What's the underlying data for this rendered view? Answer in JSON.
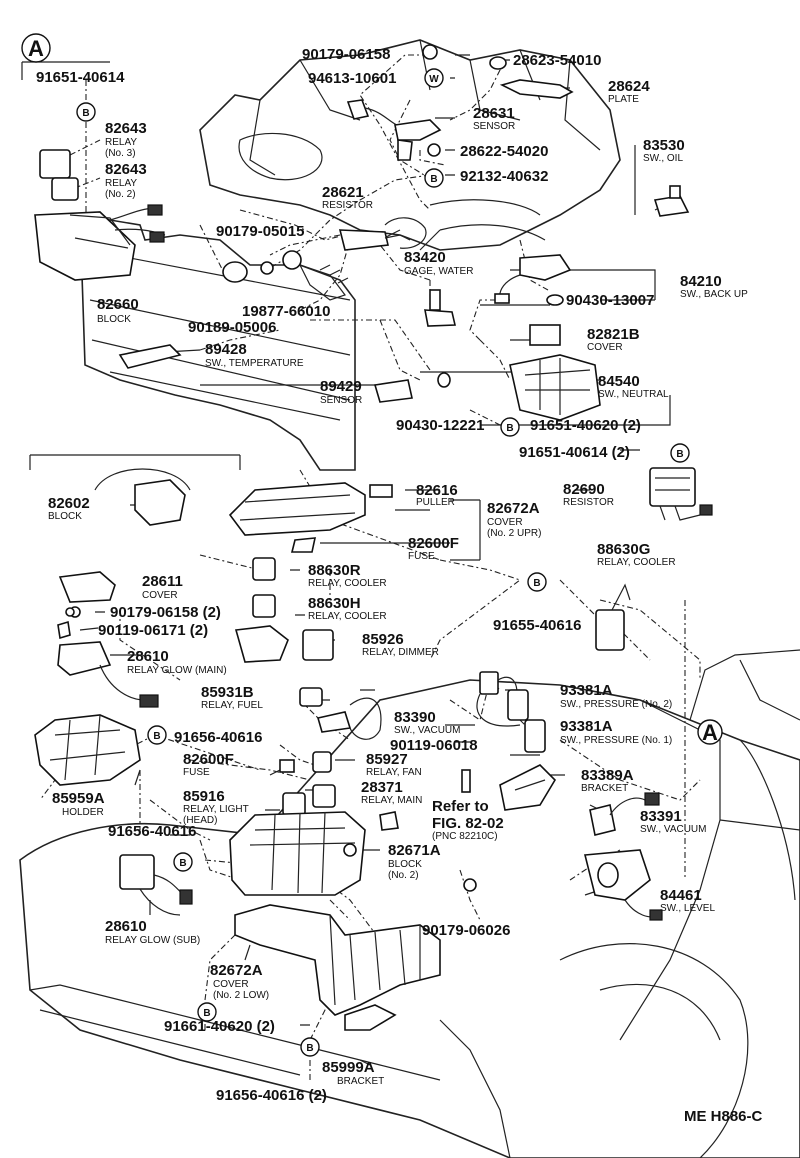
{
  "view_marker": "A",
  "view_marker_ref": "A",
  "circle_b": "B",
  "circle_w": "W",
  "figure_code": "ME H886-C",
  "refer_to": {
    "line1": "Refer to",
    "line2": "FIG. 82-02",
    "line3": "(PNC 82210C)"
  },
  "callouts": [
    {
      "id": "c1",
      "num": "91651-40614",
      "sub": []
    },
    {
      "id": "c2",
      "num": "82643",
      "sub": [
        "RELAY",
        "(No. 3)"
      ]
    },
    {
      "id": "c3",
      "num": "82643",
      "sub": [
        "RELAY",
        "(No. 2)"
      ]
    },
    {
      "id": "c4",
      "num": "82660",
      "sub": [
        "BLOCK"
      ]
    },
    {
      "id": "c5",
      "num": "90179-06158",
      "sub": []
    },
    {
      "id": "c6",
      "num": "94613-10601",
      "sub": []
    },
    {
      "id": "c7",
      "num": "28623-54010",
      "sub": []
    },
    {
      "id": "c8",
      "num": "28624",
      "sub": [
        "PLATE"
      ]
    },
    {
      "id": "c9",
      "num": "28631",
      "sub": [
        "SENSOR"
      ]
    },
    {
      "id": "c10",
      "num": "28622-54020",
      "sub": []
    },
    {
      "id": "c11",
      "num": "92132-40632",
      "sub": []
    },
    {
      "id": "c12",
      "num": "83530",
      "sub": [
        "SW., OIL"
      ]
    },
    {
      "id": "c13",
      "num": "28621",
      "sub": [
        "RESISTOR"
      ]
    },
    {
      "id": "c14",
      "num": "90179-05015",
      "sub": []
    },
    {
      "id": "c15",
      "num": "83420",
      "sub": [
        "GAGE, WATER"
      ]
    },
    {
      "id": "c16",
      "num": "84210",
      "sub": [
        "SW., BACK UP"
      ]
    },
    {
      "id": "c17",
      "num": "90430-13007",
      "sub": []
    },
    {
      "id": "c18",
      "num": "19877-66010",
      "sub": []
    },
    {
      "id": "c19",
      "num": "90189-05006",
      "sub": []
    },
    {
      "id": "c20",
      "num": "82821B",
      "sub": [
        "COVER"
      ]
    },
    {
      "id": "c21",
      "num": "89428",
      "sub": [
        "SW., TEMPERATURE"
      ]
    },
    {
      "id": "c22",
      "num": "89429",
      "sub": [
        "SENSOR"
      ]
    },
    {
      "id": "c23",
      "num": "84540",
      "sub": [
        "SW., NEUTRAL"
      ]
    },
    {
      "id": "c24",
      "num": "90430-12221",
      "sub": []
    },
    {
      "id": "c25",
      "num": "91651-40620 (2)",
      "sub": []
    },
    {
      "id": "c26",
      "num": "91651-40614 (2)",
      "sub": []
    },
    {
      "id": "c27",
      "num": "82602",
      "sub": [
        "BLOCK"
      ]
    },
    {
      "id": "c28",
      "num": "82616",
      "sub": [
        "PULLER"
      ]
    },
    {
      "id": "c29",
      "num": "82672A",
      "sub": [
        "COVER",
        "(No. 2 UPR)"
      ]
    },
    {
      "id": "c30",
      "num": "82690",
      "sub": [
        "RESISTOR"
      ]
    },
    {
      "id": "c31",
      "num": "82600F",
      "sub": [
        "FUSE"
      ]
    },
    {
      "id": "c32",
      "num": "88630G",
      "sub": [
        "RELAY, COOLER"
      ]
    },
    {
      "id": "c33",
      "num": "28611",
      "sub": [
        "COVER"
      ]
    },
    {
      "id": "c34",
      "num": "88630R",
      "sub": [
        "RELAY, COOLER"
      ]
    },
    {
      "id": "c35",
      "num": "88630H",
      "sub": [
        "RELAY, COOLER"
      ]
    },
    {
      "id": "c36",
      "num": "90179-06158 (2)",
      "sub": []
    },
    {
      "id": "c37",
      "num": "90119-06171 (2)",
      "sub": []
    },
    {
      "id": "c38",
      "num": "91655-40616",
      "sub": []
    },
    {
      "id": "c39",
      "num": "28610",
      "sub": [
        "RELAY GLOW (MAIN)"
      ]
    },
    {
      "id": "c40",
      "num": "85926",
      "sub": [
        "RELAY, DIMMER"
      ]
    },
    {
      "id": "c41",
      "num": "85931B",
      "sub": [
        "RELAY, FUEL"
      ]
    },
    {
      "id": "c42",
      "num": "93381A",
      "sub": [
        "SW., PRESSURE (No. 2)"
      ]
    },
    {
      "id": "c43",
      "num": "83390",
      "sub": [
        "SW., VACUUM"
      ]
    },
    {
      "id": "c44",
      "num": "91656-40616",
      "sub": []
    },
    {
      "id": "c45",
      "num": "93381A",
      "sub": [
        "SW., PRESSURE (No. 1)"
      ]
    },
    {
      "id": "c46",
      "num": "90119-06018",
      "sub": []
    },
    {
      "id": "c47",
      "num": "82600F",
      "sub": [
        "FUSE"
      ]
    },
    {
      "id": "c48",
      "num": "85927",
      "sub": [
        "RELAY, FAN"
      ]
    },
    {
      "id": "c49",
      "num": "83389A",
      "sub": [
        "BRACKET"
      ]
    },
    {
      "id": "c50",
      "num": "85959A",
      "sub": [
        "HOLDER"
      ]
    },
    {
      "id": "c51",
      "num": "28371",
      "sub": [
        "RELAY, MAIN"
      ]
    },
    {
      "id": "c52",
      "num": "85916",
      "sub": [
        "RELAY, LIGHT",
        "(HEAD)"
      ]
    },
    {
      "id": "c53",
      "num": "83391",
      "sub": [
        "SW., VACUUM"
      ]
    },
    {
      "id": "c54",
      "num": "91656-40616",
      "sub": []
    },
    {
      "id": "c55",
      "num": "82671A",
      "sub": [
        "BLOCK",
        "(No. 2)"
      ]
    },
    {
      "id": "c56",
      "num": "84461",
      "sub": [
        "SW., LEVEL"
      ]
    },
    {
      "id": "c57",
      "num": "28610",
      "sub": [
        "RELAY GLOW (SUB)"
      ]
    },
    {
      "id": "c58",
      "num": "90179-06026",
      "sub": []
    },
    {
      "id": "c59",
      "num": "82672A",
      "sub": [
        "COVER",
        "(No. 2 LOW)"
      ]
    },
    {
      "id": "c60",
      "num": "91661-40620 (2)",
      "sub": []
    },
    {
      "id": "c61",
      "num": "85999A",
      "sub": [
        "BRACKET"
      ]
    },
    {
      "id": "c62",
      "num": "91656-40616 (2)",
      "sub": []
    }
  ]
}
